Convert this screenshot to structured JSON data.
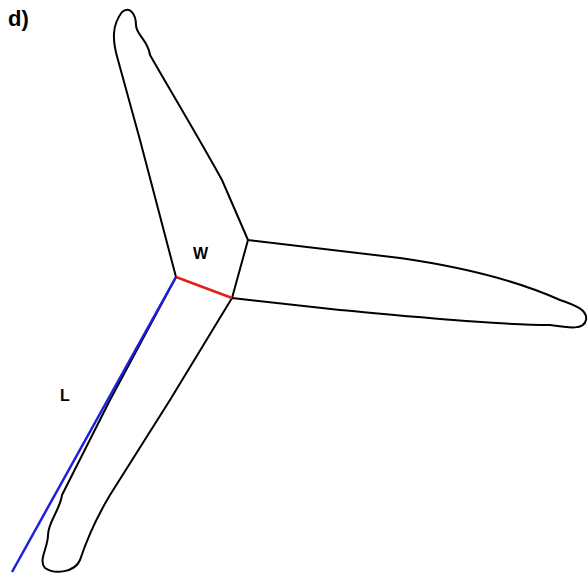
{
  "diagram": {
    "labels": [
      "d)",
      "W",
      "L"
    ]
  }
}
